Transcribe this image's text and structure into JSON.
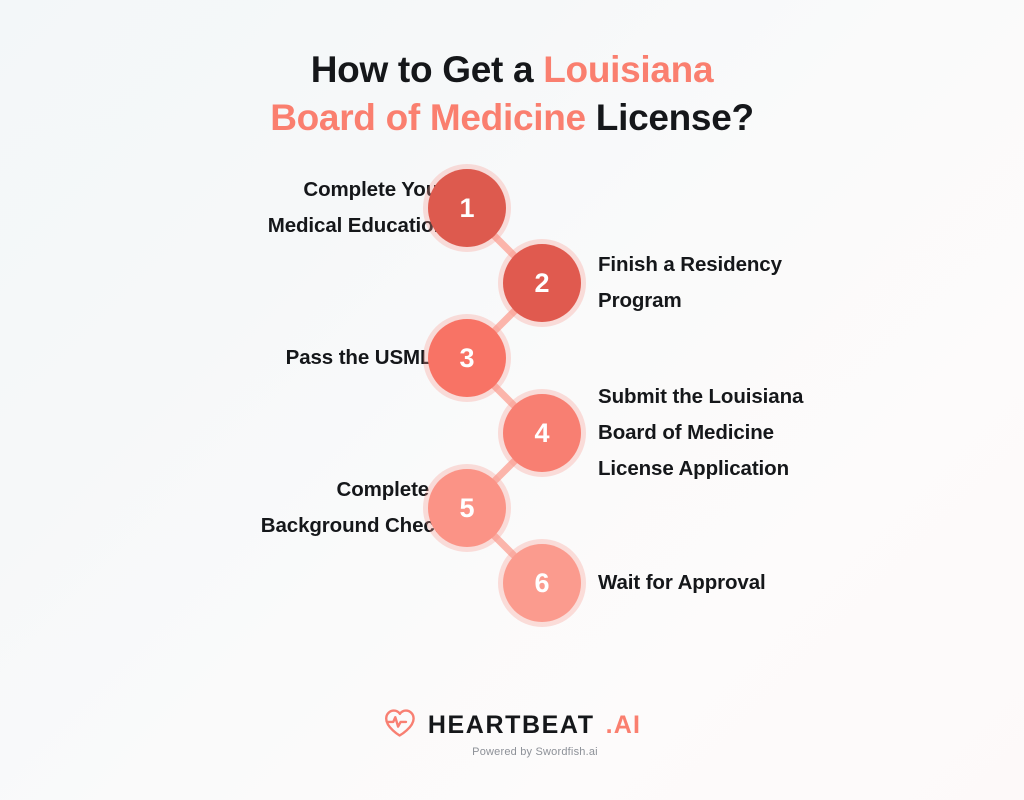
{
  "title": {
    "line1_pre": "How to Get a ",
    "line1_accent": "Louisiana",
    "line2_accent": "Board of Medicine",
    "line2_post": " License?"
  },
  "colors": {
    "accent": "#fa7f6f",
    "ring": "#fbb5ab",
    "text": "#15171a",
    "bg_cool": "#f3f7f9",
    "bg_warm": "#fdf9f9"
  },
  "steps": [
    {
      "number": "1",
      "label": "Complete Your\nMedical Education",
      "side": "left",
      "color": "#dd5a4e"
    },
    {
      "number": "2",
      "label": "Finish a Residency\nProgram",
      "side": "right",
      "color": "#e05a4f"
    },
    {
      "number": "3",
      "label": "Pass the USMLE",
      "side": "left",
      "color": "#f87365"
    },
    {
      "number": "4",
      "label": "Submit the Louisiana\nBoard of Medicine\nLicense Application",
      "side": "right",
      "color": "#f87f72"
    },
    {
      "number": "5",
      "label": "Complete a\nBackground Check",
      "side": "left",
      "color": "#fb9386"
    },
    {
      "number": "6",
      "label": "Wait for Approval",
      "side": "right",
      "color": "#fb9b8e"
    }
  ],
  "footer": {
    "brand": "HEARTBEAT",
    "brand_suffix": ".AI",
    "tagline": "Powered by Swordfish.ai",
    "logo_icon": "heartbeat-pulse-icon"
  }
}
